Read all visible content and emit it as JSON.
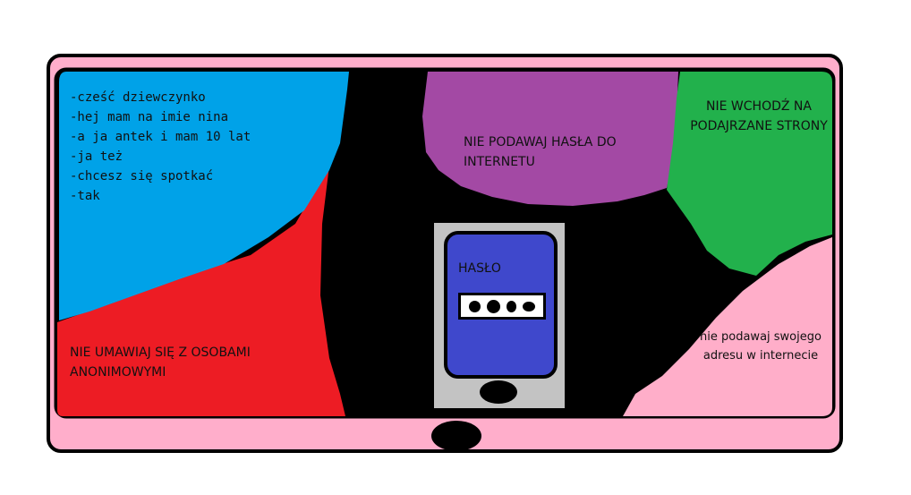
{
  "chat_messages": [
    "-cześć dziewczynko",
    "-hej mam na imie nina",
    "-a ja antek i mam 10 lat",
    "-ja też",
    "-chcesz się spotkać",
    "-tak"
  ],
  "tips": {
    "purple": "NIE PODAWAJ HASŁA DO INTERNETU",
    "green": "NIE WCHODŹ NA PODAJRZANE STRONY",
    "red": "NIE UMAWIAJ SIĘ Z OSOBAMI ANONIMOWYMI",
    "pink": "nie podawaj swojego adresu w internecie"
  },
  "phone": {
    "password_label": "HASŁO"
  },
  "colors": {
    "monitor_frame": "#ffaacc",
    "screen": "#000000",
    "blue": "#00a2e8",
    "red": "#ed1c24",
    "purple": "#a349a4",
    "green": "#22b14c",
    "pink": "#ffaec9",
    "phone_body": "#c3c3c3",
    "phone_screen": "#3f48cc"
  }
}
